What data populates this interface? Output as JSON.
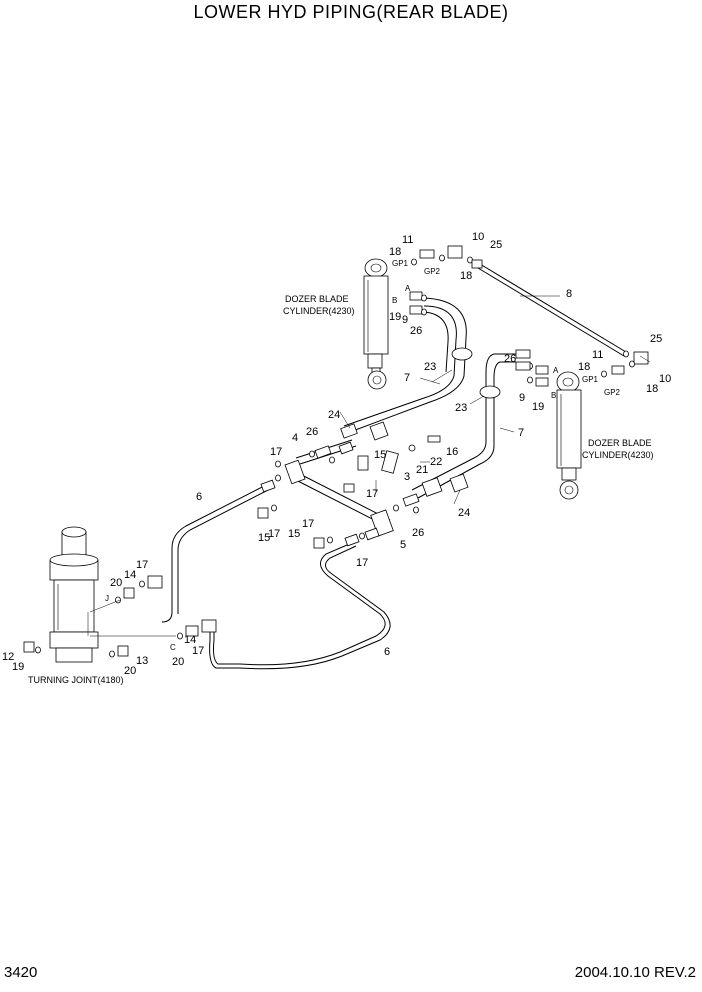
{
  "title": "LOWER HYD PIPING(REAR BLADE)",
  "page_number": "3420",
  "date_rev": "2004.10.10  REV.2",
  "components": {
    "cyl_left_1": "DOZER BLADE",
    "cyl_left_2": "CYLINDER(4230)",
    "cyl_right_1": "DOZER BLADE",
    "cyl_right_2": "CYLINDER(4230)",
    "turning_joint": "TURNING JOINT(4180)"
  },
  "ports": {
    "gp1_left": "GP1",
    "gp2_left": "GP2",
    "a_left": "A",
    "b_left": "B",
    "gp1_right": "GP1",
    "gp2_right": "GP2",
    "a_right": "A",
    "b_right": "B",
    "j": "J",
    "c": "C"
  },
  "callouts": {
    "n11a": "11",
    "n18a": "18",
    "n10a": "10",
    "n25a": "25",
    "n18b": "18",
    "n8": "8",
    "n19a": "19",
    "n9a": "9",
    "n26a": "26",
    "n23a": "23",
    "n7a": "7",
    "n11b": "11",
    "n18c": "18",
    "n25b": "25",
    "n10b": "10",
    "n18d": "18",
    "n26b": "26",
    "n9b": "9",
    "n19b": "19",
    "n23b": "23",
    "n7b": "7",
    "n24a": "24",
    "n26c": "26",
    "n4": "4",
    "n17a": "17",
    "n16": "16",
    "n22": "22",
    "n21": "21",
    "n3": "3",
    "n15a": "15",
    "n17b": "17",
    "n6a": "6",
    "n15b": "15",
    "n17c": "17",
    "n17d": "17",
    "n15c": "15",
    "n24b": "24",
    "n26d": "26",
    "n5": "5",
    "n17e": "17",
    "n17f": "17",
    "n14a": "14",
    "n20a": "20",
    "n12": "12",
    "n19c": "19",
    "n20b": "20",
    "n13": "13",
    "n14b": "14",
    "n20c": "20",
    "n17g": "17",
    "n6b": "6"
  }
}
